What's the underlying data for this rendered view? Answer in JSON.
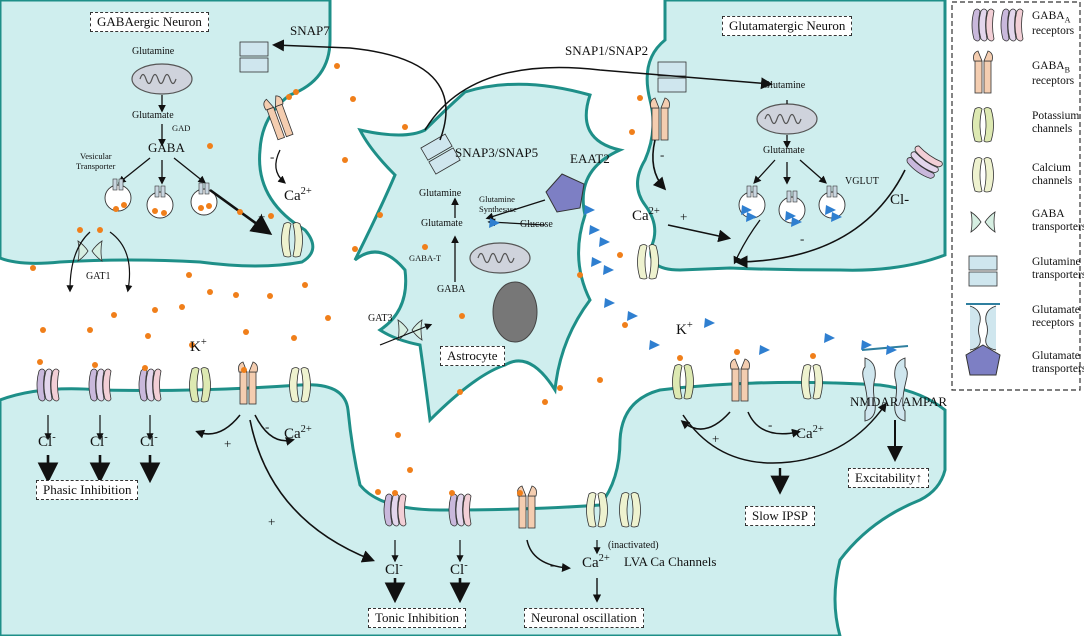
{
  "colors": {
    "cell_fill": "#cfeeee",
    "cell_edge": "#1e8f88",
    "gaba_dot": "#f07f1a",
    "glutamate_tri": "#2f7fd0",
    "gaba_a": "#c9b8dc",
    "gaba_b": "#f4cdb0",
    "potassium": "#dde9b2",
    "calcium": "#eef2cf",
    "glu_transporter": "#7d7fc4",
    "mito": "#cfd3dc"
  },
  "cells": {
    "gabaergic": {
      "title": "GABAergic Neuron",
      "glutamine": "Glutamine",
      "glutamate": "Glutamate",
      "gad": "GAD",
      "gaba": "GABA",
      "vesicular": "Vesicular",
      "transporter": "Transporter",
      "ca": "Ca",
      "ca_sup": "2+",
      "minus": "-",
      "plus": "+",
      "gat1": "GAT1",
      "snap7": "SNAP7"
    },
    "glutamatergic": {
      "title": "Glutamatergic Neuron",
      "snap": "SNAP1/SNAP2",
      "glutamine": "Glutamine",
      "glutamate": "Glutamate",
      "vglut": "VGLUT",
      "ca": "Ca",
      "ca_sup": "2+",
      "plus": "+",
      "minus1": "-",
      "minus2": "-",
      "cl": "Cl-"
    },
    "astrocyte": {
      "title": "Astrocyte",
      "snap": "SNAP3/SNAP5",
      "eaat2": "EAAT2",
      "glutamine": "Glutamine",
      "synthesase1": "Glutamine",
      "synthesase2": "Synthesase",
      "glutamate": "Glutamate",
      "glucose": "Glucose",
      "gabat": "GABA-T",
      "gaba": "GABA",
      "gat3": "GAT3"
    }
  },
  "postsynaptic": {
    "k": "K",
    "k_sup": "+",
    "cl": "Cl",
    "cl_sup": "-",
    "ca": "Ca",
    "ca_sup": "2+",
    "plus": "+",
    "minus": "-",
    "phasic": "Phasic Inhibition",
    "tonic": "Tonic Inhibition",
    "oscillation": "Neuronal oscillation",
    "inactivated": "(inactivated)",
    "lva": "LVA Ca Channels",
    "k_right": "K",
    "nmdar": "NMDAR/AMPAR",
    "excitability": "Excitability↑",
    "slow_ipsp": "Slow IPSP"
  },
  "legend": [
    {
      "line1": "GABA",
      "sub": "A",
      "line2": "receptors"
    },
    {
      "line1": "GABA",
      "sub": "B",
      "line2": "receptors"
    },
    {
      "line1": "Potassium",
      "sub": "",
      "line2": "channels"
    },
    {
      "line1": "Calcium",
      "sub": "",
      "line2": "channels"
    },
    {
      "line1": "GABA",
      "sub": "",
      "line2": "transporters"
    },
    {
      "line1": "Glutamine",
      "sub": "",
      "line2": "transporters"
    },
    {
      "line1": "Glutamate",
      "sub": "",
      "line2": "receptors"
    },
    {
      "line1": "Glutamate",
      "sub": "",
      "line2": "transporters"
    }
  ]
}
